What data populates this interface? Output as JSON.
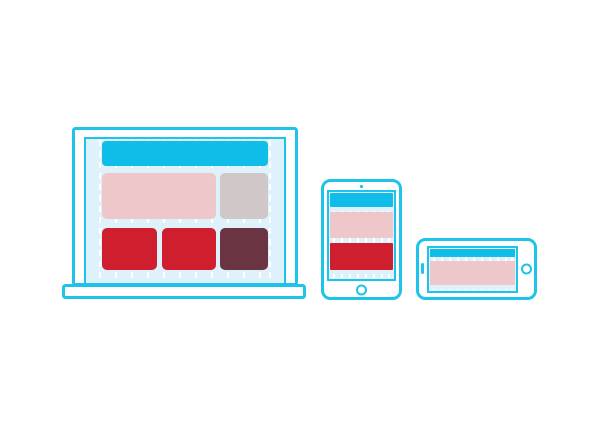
{
  "illustration": {
    "colors": {
      "outline": "#1ec3ea",
      "screen_tint": "#dff1fb",
      "grid_guides": "#ffffff",
      "header_block": "#10bde8",
      "light_pink_block": "#edc7c9",
      "grey_block": "#d0c7c9",
      "red_block": "#cf1f2e",
      "plum_block": "#6b3442",
      "background": "#ffffff"
    },
    "devices": [
      {
        "kind": "laptop",
        "icons": [
          "laptop-icon"
        ],
        "layout_blocks": [
          "header",
          "hero-pink",
          "sidebar-grey",
          "card-red",
          "card-red",
          "card-plum"
        ]
      },
      {
        "kind": "tablet-portrait",
        "icons": [
          "tablet-icon",
          "camera-icon",
          "home-button-icon"
        ],
        "layout_blocks": [
          "header",
          "hero-pink",
          "card-red"
        ]
      },
      {
        "kind": "phone-landscape",
        "icons": [
          "phone-icon",
          "speaker-icon",
          "home-button-icon"
        ],
        "layout_blocks": [
          "header",
          "hero-pink"
        ]
      }
    ]
  }
}
